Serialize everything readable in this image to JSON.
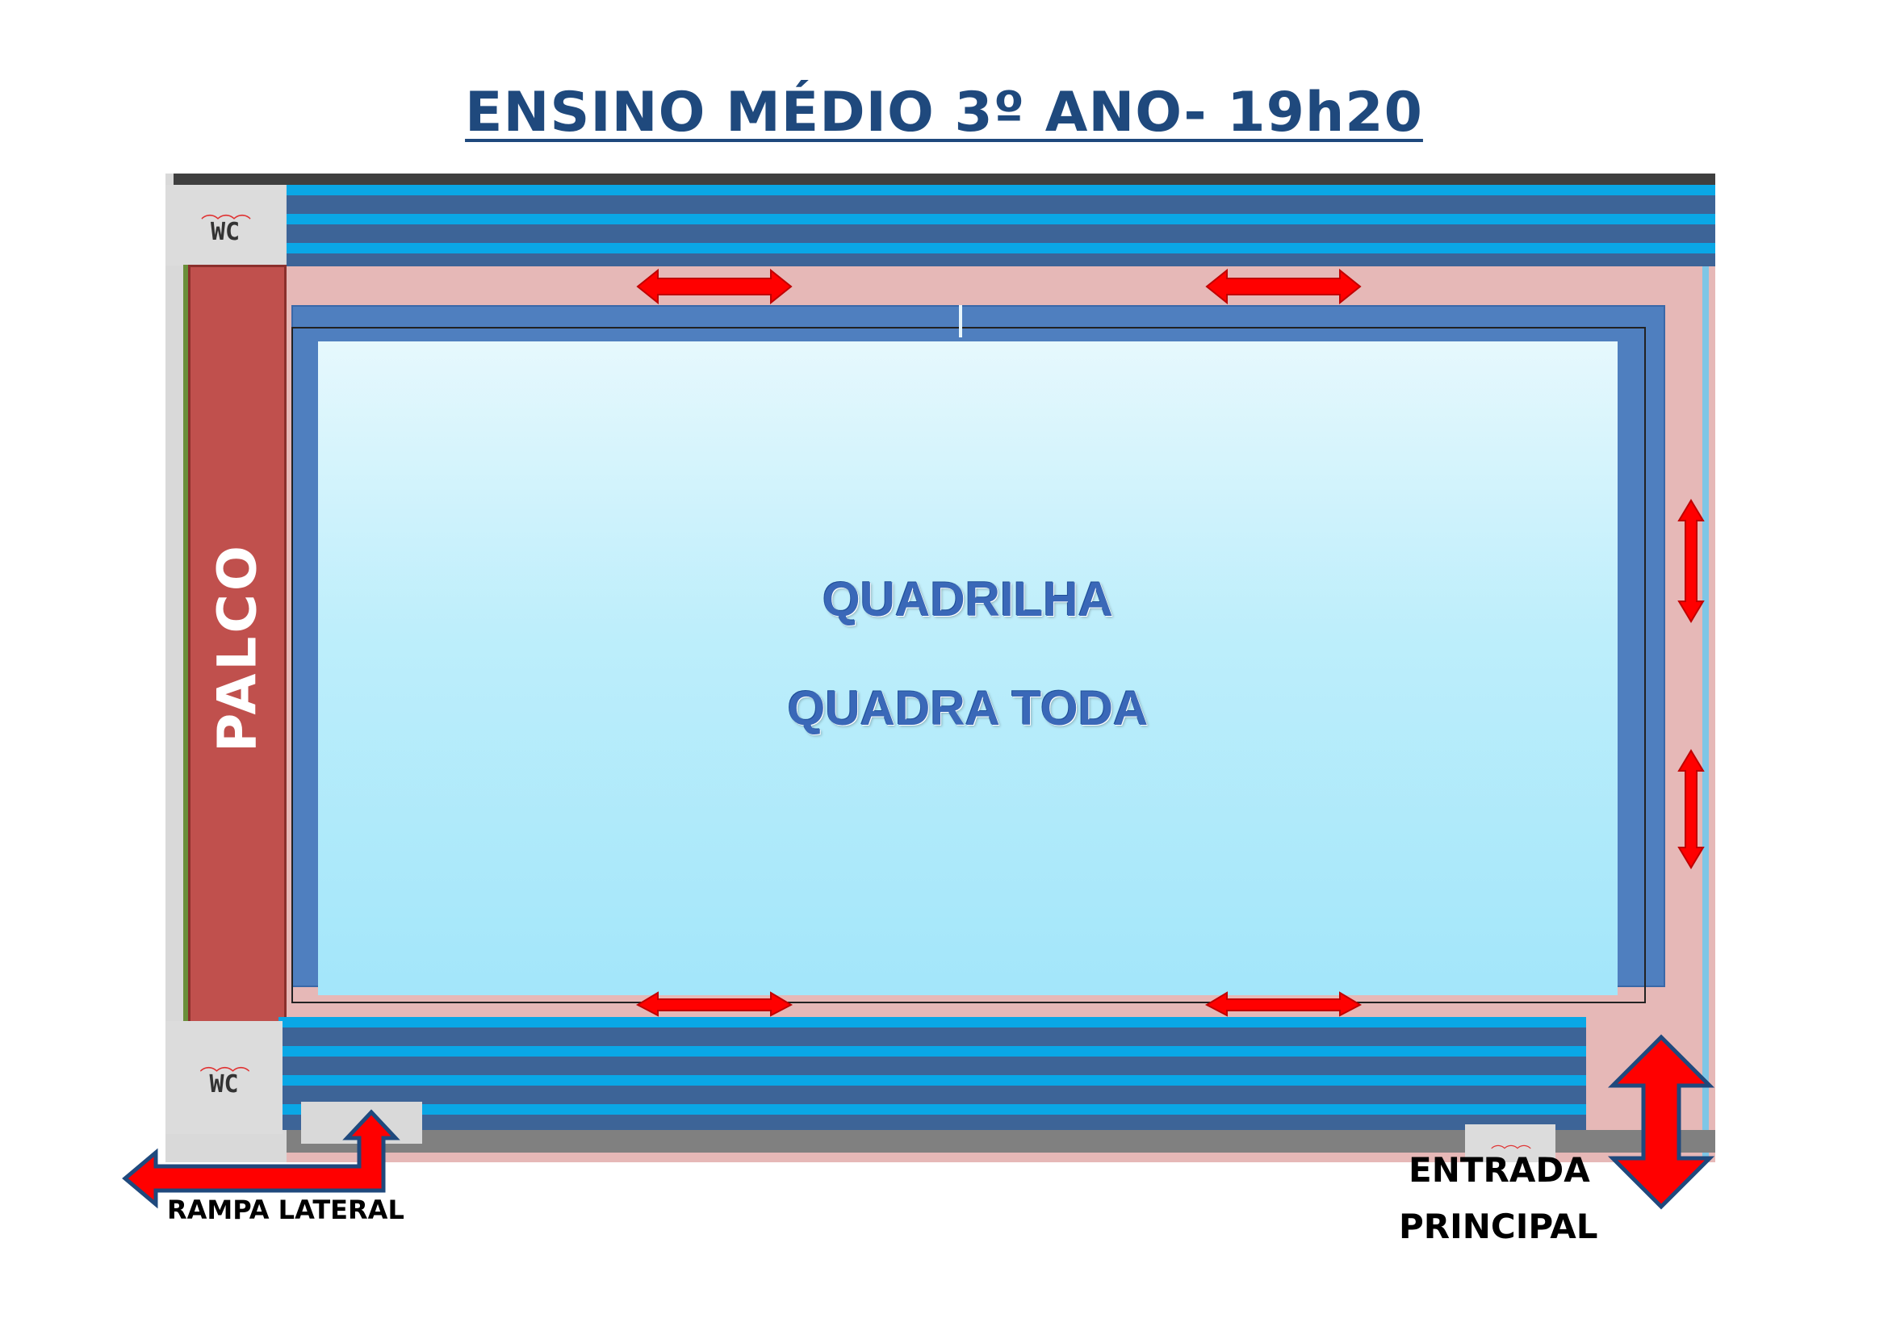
{
  "title": "ENSINO MÉDIO 3º ANO- 19h20",
  "stage_label": "PALCO",
  "court": {
    "line1": "QUADRILHA",
    "line2": "QUADRA TODA"
  },
  "restroom_label": "WC",
  "ramp_label": "RAMPA LATERAL",
  "entrance": {
    "line1": "ENTRADA",
    "line2": "PRINCIPAL"
  },
  "colors": {
    "title": "#1f497d",
    "stage": "#c0504d",
    "corridor": "#e6b8b7",
    "court_frame": "#4f7fbf",
    "court_text": "#3a68b8",
    "bleacher_light": "#0aa7e6",
    "bleacher_dark": "#3d6497",
    "arrow": "#ff0000",
    "arrow_outline": "#1f497d"
  },
  "icons": [
    "double-arrow-icon",
    "wc-icon",
    "bent-arrow-icon"
  ]
}
